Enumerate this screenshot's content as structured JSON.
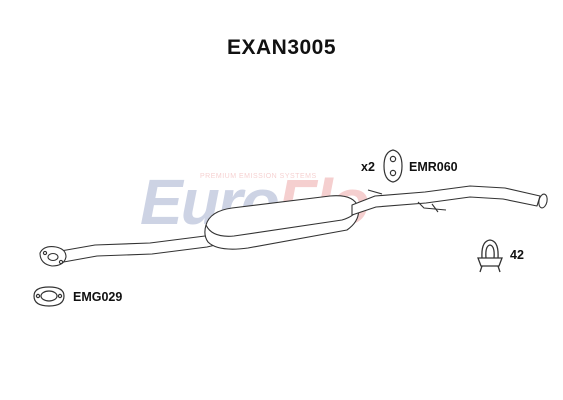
{
  "title": "EXAN3005",
  "parts": {
    "mounting_rubber": {
      "quantity": "x2",
      "code": "EMR060",
      "icon": "rubber-mount-icon"
    },
    "clamp": {
      "code": "42",
      "icon": "u-clamp-icon"
    },
    "gasket": {
      "code": "EMG029",
      "icon": "flange-gasket-icon"
    }
  },
  "watermark": {
    "brand": "EuroFlo",
    "tagline": "PREMIUM EMISSION SYSTEMS",
    "colors": {
      "euro": "#1f3a8a",
      "flo": "#d62a2a"
    }
  },
  "colors": {
    "line": "#333333",
    "fill": "#ffffff"
  }
}
